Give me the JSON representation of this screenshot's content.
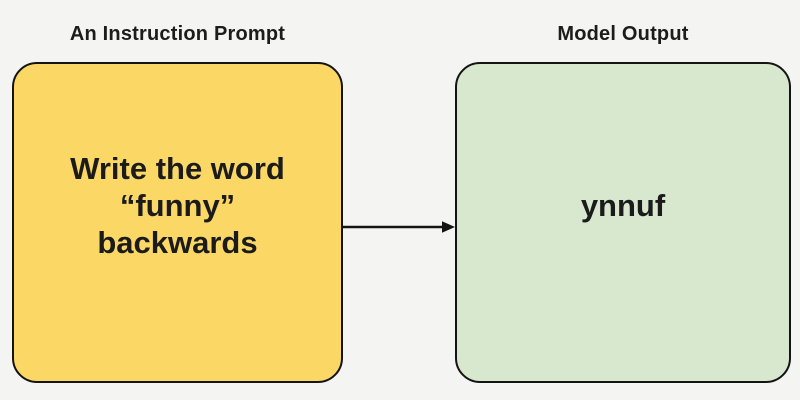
{
  "diagram": {
    "left": {
      "title": "An Instruction Prompt",
      "box_text": "Write the word\n“funny”\nbackwards"
    },
    "right": {
      "title": "Model Output",
      "box_text": "ynnuf"
    },
    "connector": {
      "type": "arrow-right",
      "from": "instruction-prompt-box",
      "to": "model-output-box"
    },
    "colors": {
      "background": "#F4F4F2",
      "prompt_box_fill": "#FBD765",
      "output_box_fill": "#D7E8CF",
      "border": "#141414",
      "text": "#1B1B1B"
    }
  }
}
